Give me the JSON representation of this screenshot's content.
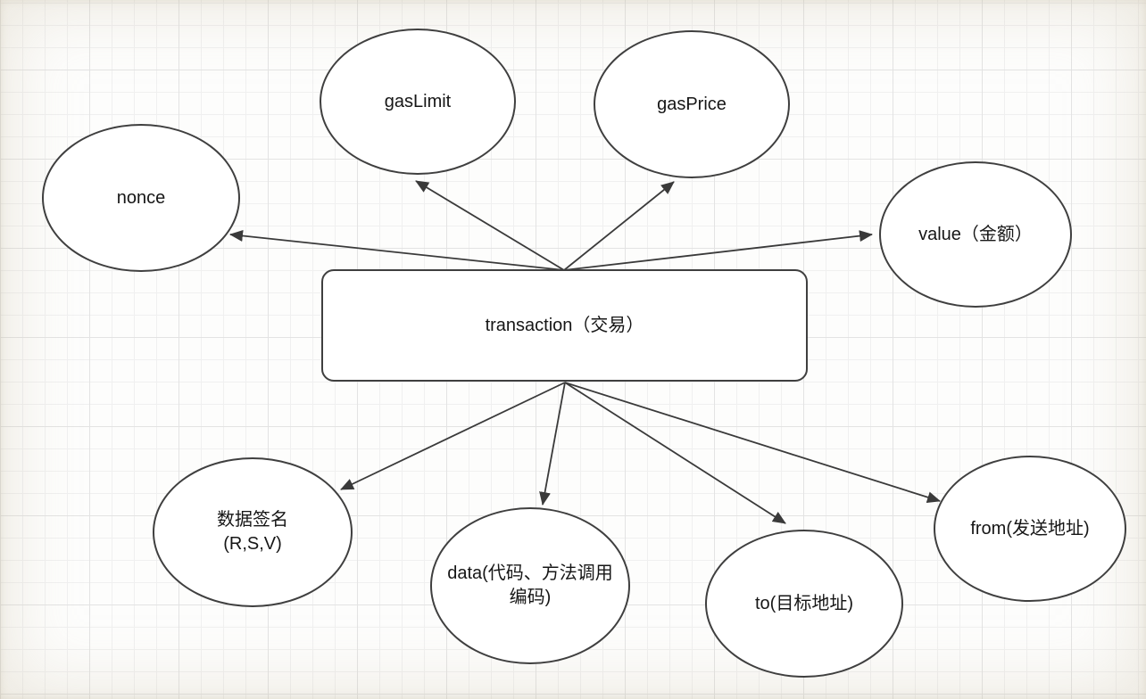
{
  "canvas": {
    "background": "#fdfdfc",
    "grid_minor_color": "#f0f0f0",
    "grid_major_color": "#e3e3e3",
    "node_fill": "#ffffff",
    "stroke_color": "#3f3f3f",
    "text_color": "#161616"
  },
  "diagram": {
    "type": "mind-map",
    "center_node": {
      "id": "transaction",
      "shape": "rounded-rectangle",
      "label": "transaction（交易）"
    },
    "nodes": [
      {
        "id": "nonce",
        "shape": "ellipse",
        "label": "nonce"
      },
      {
        "id": "gasLimit",
        "shape": "ellipse",
        "label": "gasLimit"
      },
      {
        "id": "gasPrice",
        "shape": "ellipse",
        "label": "gasPrice"
      },
      {
        "id": "value",
        "shape": "ellipse",
        "label": "value（金额）"
      },
      {
        "id": "signature",
        "shape": "ellipse",
        "label": "数据签名\n(R,S,V)"
      },
      {
        "id": "data",
        "shape": "ellipse",
        "label": "data(代码、方法调用编码)"
      },
      {
        "id": "to",
        "shape": "ellipse",
        "label": "to(目标地址)"
      },
      {
        "id": "from",
        "shape": "ellipse",
        "label": "from(发送地址)"
      }
    ],
    "edges": [
      {
        "from": "transaction",
        "to": "nonce"
      },
      {
        "from": "transaction",
        "to": "gasLimit"
      },
      {
        "from": "transaction",
        "to": "gasPrice"
      },
      {
        "from": "transaction",
        "to": "value"
      },
      {
        "from": "transaction",
        "to": "signature"
      },
      {
        "from": "transaction",
        "to": "data"
      },
      {
        "from": "transaction",
        "to": "to"
      },
      {
        "from": "transaction",
        "to": "from"
      }
    ]
  }
}
